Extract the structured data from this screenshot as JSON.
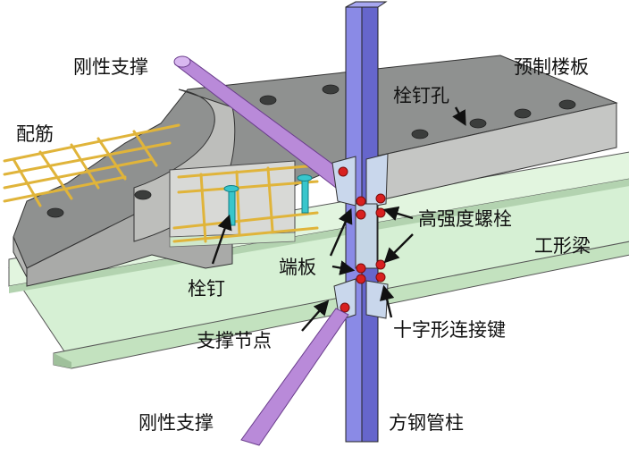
{
  "labels": {
    "rigid_brace_top": "刚性支撑",
    "precast_floor_slab": "预制楼板",
    "stud_hole": "栓钉孔",
    "rebar": "配筋",
    "high_strength_bolt": "高强度螺栓",
    "i_beam": "工形梁",
    "end_plate": "端板",
    "stud": "栓钉",
    "cross_connector": "十字形连接键",
    "brace_node": "支撑节点",
    "rigid_brace_bottom": "刚性支撑",
    "square_steel_tube_column": "方钢管柱"
  },
  "colors": {
    "slab_top": "#8f9190",
    "slab_front": "#c5c6c4",
    "slab_side": "#a9aaa8",
    "beam": "#d6f0d4",
    "beam_shadow": "#b3d3b0",
    "column": "#6666cc",
    "column_face": "#8a8ae6",
    "brace": "#b98ad9",
    "rebar": "#e0b43a",
    "stud": "#38c6cc",
    "bolt": "#d82020",
    "connector": "#c9d7ec"
  }
}
